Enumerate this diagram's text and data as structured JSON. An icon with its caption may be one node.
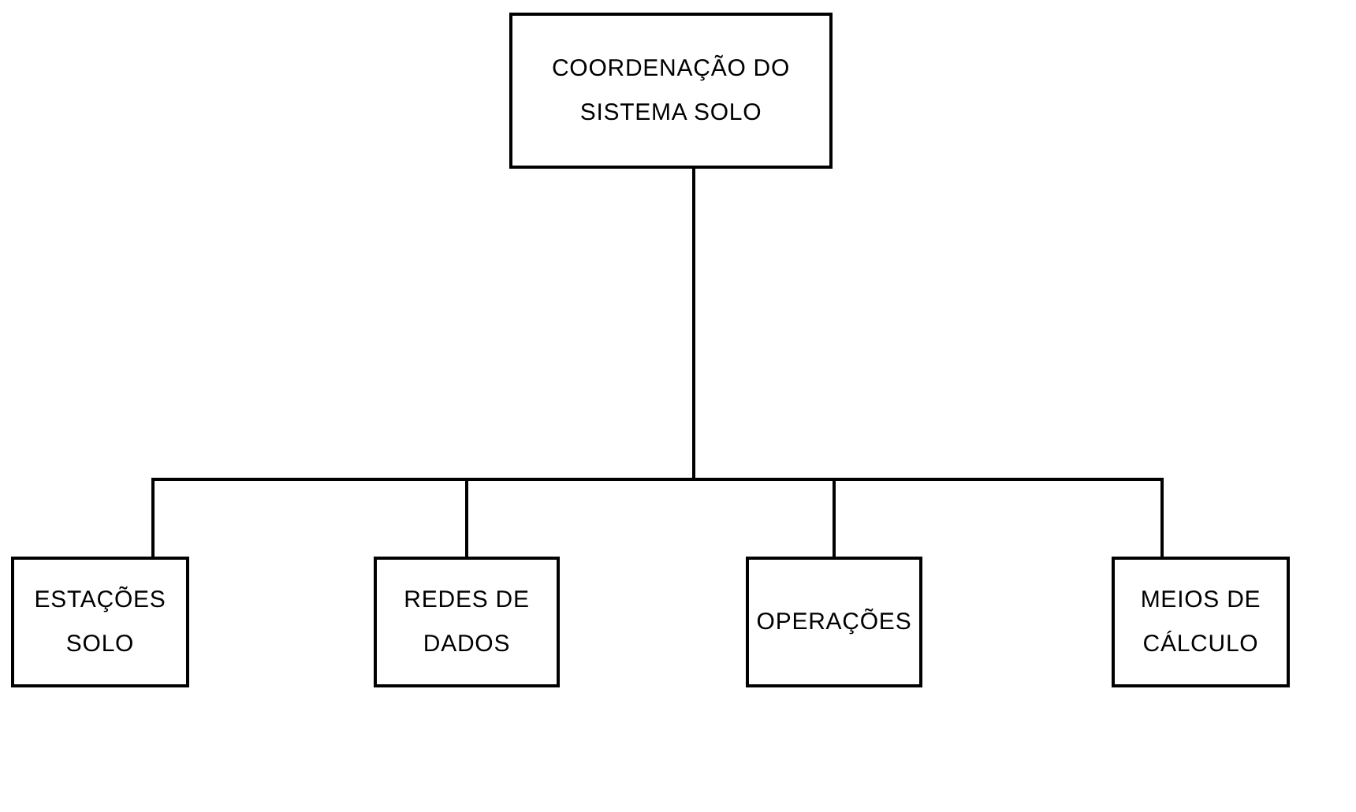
{
  "diagram": {
    "nodes": [
      {
        "text": [
          "COORDENAÇÃO DO SISTEMA SOLO"
        ]
      },
      {
        "text": [
          "ESTAÇÕES SOLO"
        ]
      },
      {
        "text": [
          "REDES DE DADOS"
        ]
      },
      {
        "text": [
          "OPERAÇÕES"
        ]
      },
      {
        "text": [
          "MEIOS DE CÁLCULO"
        ]
      }
    ],
    "edges": [
      {
        "from": 0,
        "to": 1,
        "arrow": "none"
      },
      {
        "from": 0,
        "to": 2,
        "arrow": "none"
      },
      {
        "from": 0,
        "to": 3,
        "arrow": "none"
      },
      {
        "from": 0,
        "to": 4,
        "arrow": "none"
      }
    ]
  }
}
